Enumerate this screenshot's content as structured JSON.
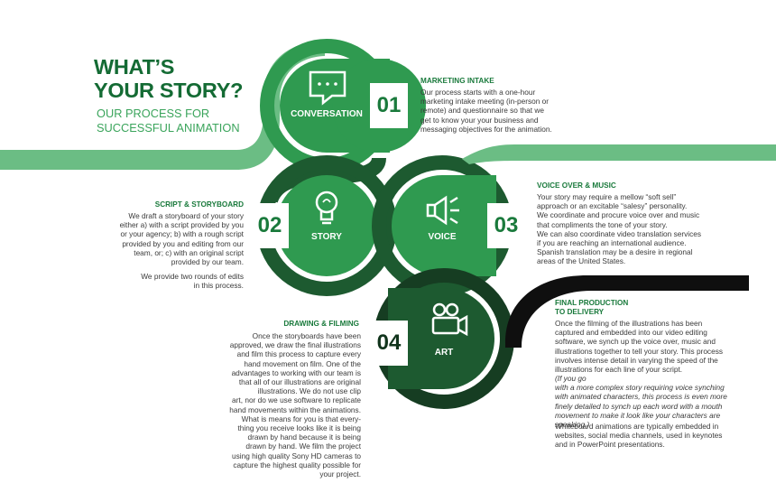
{
  "header": {
    "title_line1": "WHAT’S",
    "title_line2": "YOUR STORY?",
    "subtitle_line1": "OUR PROCESS FOR",
    "subtitle_line2": "SUCCESSFUL ANIMATION"
  },
  "colors": {
    "light_green": "#6bbd84",
    "green": "#2f9a50",
    "dark_green": "#1d5a30",
    "darker_green": "#163d22",
    "black": "#0f0f0f",
    "white_box": "#ffffff"
  },
  "steps": [
    {
      "number": "01",
      "icon": "speech-bubble-icon",
      "label": "CONVERSATION",
      "heading": "MARKETING INTAKE",
      "body": "Our process starts with a one-hour\nmarketing intake meeting (in-person or\nremote) and questionnaire so that we\nget to know your your business and\nmessaging objectives for the animation."
    },
    {
      "number": "02",
      "icon": "lightbulb-icon",
      "label": "STORY",
      "heading": "SCRIPT & STORYBOARD",
      "body": "We draft a storyboard of your story\neither a) with a script provided by you\nor your agency; b) with a rough script\nprovided by you and editing from our\nteam, or; c) with an original script\nprovided by our team.",
      "body2": "We provide two rounds of edits\nin this process."
    },
    {
      "number": "03",
      "icon": "megaphone-icon",
      "label": "VOICE",
      "heading": "VOICE OVER & MUSIC",
      "body": "Your story may require a mellow “soft sell”\napproach or an excitable “salesy” personality.\nWe coordinate and procure voice over and music\nthat compliments the tone of your story.\nWe can also coordinate video translation services\nif you are reaching an international audience.\nSpanish translation may be a desire in regional\nareas of the United States."
    },
    {
      "number": "04",
      "icon": "film-camera-icon",
      "label": "ART",
      "heading": "DRAWING & FILMING",
      "body": "Once the storyboards have been\napproved, we draw the final illustrations\nand film this process to capture every\nhand movement on film.  One of the\nadvantages to working with our team is\nthat all of our illustrations are original\nillustrations.  We do not use clip\nart, nor do we use software to replicate\nhand movements within the animations.\nWhat is means for you is that every-\nthing you receive looks like it is being\ndrawn by hand because it is being\ndrawn by hand.  We film the project\nusing high quality Sony HD cameras to\ncapture the highest quality possible for\nyour project."
    }
  ],
  "final": {
    "heading_line1": "FINAL PRODUCTION",
    "heading_line2": "TO DELIVERY",
    "body": "Once the filming of the illustrations has been\ncaptured and embedded into our video editing\nsoftware, we synch up the voice over, music and\nillustrations together to tell your story.  This process\ninvolves intense detail in varying the speed of the\nillustrations for each line of your script.",
    "body_italic": "(If you go\nwith a more complex story requiring voice synching\nwith animated characters, this process is even more\nfinely detailed to synch up each word with a mouth\nmovement to make it look like your characters are\nspeaking.)",
    "body2": "Whiteboard animations are typically embedded in\nwebsites, social media channels, used in keynotes\nand in PowerPoint presentations."
  }
}
